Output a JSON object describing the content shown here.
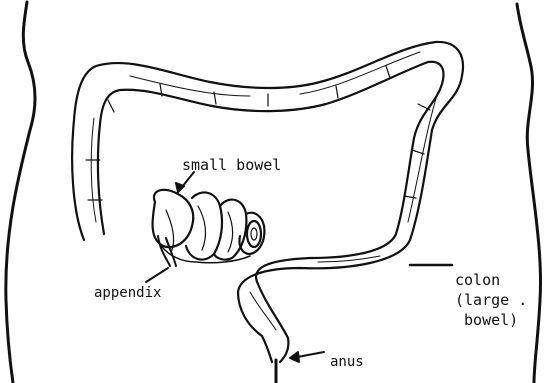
{
  "labels": {
    "small_bowel": "small bowel",
    "appendix": "appendix",
    "colon": "colon\n(large .\n bowel)",
    "anus": "anus"
  },
  "colors": {
    "ink": "#111111",
    "background": "#ffffff"
  }
}
